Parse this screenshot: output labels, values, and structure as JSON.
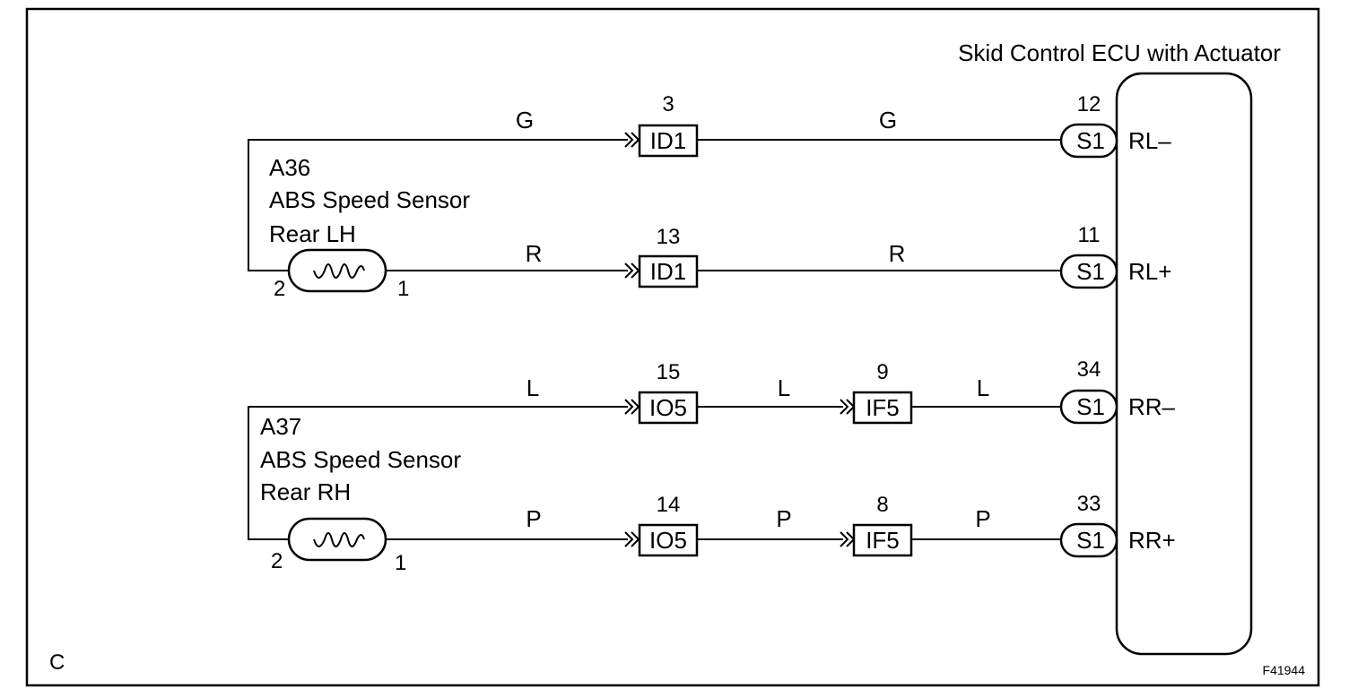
{
  "ecu": {
    "title": "Skid Control ECU with Actuator",
    "connector": "S1",
    "terminals": {
      "rl_minus": {
        "pin": "12",
        "label": "RL–"
      },
      "rl_plus": {
        "pin": "11",
        "label": "RL+"
      },
      "rr_minus": {
        "pin": "34",
        "label": "RR–"
      },
      "rr_plus": {
        "pin": "33",
        "label": "RR+"
      }
    }
  },
  "sensors": {
    "lh": {
      "id": "A36",
      "name": "ABS Speed Sensor",
      "side": "Rear LH",
      "pin_left": "2",
      "pin_right": "1"
    },
    "rh": {
      "id": "A37",
      "name": "ABS Speed Sensor",
      "side": "Rear RH",
      "pin_left": "2",
      "pin_right": "1"
    }
  },
  "wires": {
    "rl_minus": {
      "color_a": "G",
      "color_b": "G"
    },
    "rl_plus": {
      "color_a": "R",
      "color_b": "R"
    },
    "rr_minus": {
      "color_a": "L",
      "color_b": "L",
      "color_c": "L"
    },
    "rr_plus": {
      "color_a": "P",
      "color_b": "P",
      "color_c": "P"
    }
  },
  "connectors": {
    "id1_top": {
      "name": "ID1",
      "pin": "3"
    },
    "id1_bottom": {
      "name": "ID1",
      "pin": "13"
    },
    "io5_top": {
      "name": "IO5",
      "pin": "15"
    },
    "io5_bottom": {
      "name": "IO5",
      "pin": "14"
    },
    "if5_top": {
      "name": "IF5",
      "pin": "9"
    },
    "if5_bottom": {
      "name": "IF5",
      "pin": "8"
    }
  },
  "corner_label": "C",
  "figure_code": "F41944"
}
